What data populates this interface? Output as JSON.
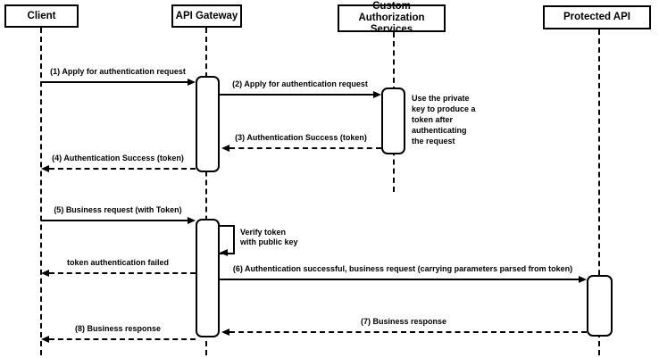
{
  "diagram": {
    "kind": "uml-sequence-diagram",
    "colors": {
      "line": "#000000",
      "fill": "#ffffff",
      "background": "#ffffff",
      "text": "#000000"
    }
  },
  "actors": [
    {
      "id": "client",
      "label": "Client"
    },
    {
      "id": "api-gateway",
      "label": "API Gateway"
    },
    {
      "id": "custom-authorization-services",
      "label": "Custom Authorization\nServices"
    },
    {
      "id": "protected-api",
      "label": "Protected API"
    }
  ],
  "messages": [
    {
      "num": 1,
      "label": "(1) Apply for authentication request",
      "from": "Client",
      "to": "API Gateway",
      "line": "solid"
    },
    {
      "num": 2,
      "label": "(2) Apply for authentication request",
      "from": "API Gateway",
      "to": "Custom Authorization Services",
      "line": "solid"
    },
    {
      "num": 3,
      "label": "(3) Authentication Success (token)",
      "from": "Custom Authorization Services",
      "to": "API Gateway",
      "line": "dashed"
    },
    {
      "num": 4,
      "label": "(4) Authentication Success (token)",
      "from": "API Gateway",
      "to": "Client",
      "line": "dashed"
    },
    {
      "num": 5,
      "label": "(5) Business request (with Token)",
      "from": "Client",
      "to": "API Gateway",
      "line": "solid"
    },
    {
      "label": "token authentication failed",
      "from": "API Gateway",
      "to": "Client",
      "line": "dashed"
    },
    {
      "num": 6,
      "label": "(6) Authentication successful, business request (carrying parameters parsed from token)",
      "from": "API Gateway",
      "to": "Protected API",
      "line": "solid"
    },
    {
      "num": 7,
      "label": "(7) Business response",
      "from": "Protected API",
      "to": "API Gateway",
      "line": "dashed"
    },
    {
      "num": 8,
      "label": "(8) Business response",
      "from": "API Gateway",
      "to": "Client",
      "line": "dashed"
    }
  ],
  "self_message": {
    "actor": "API Gateway",
    "label": "Verify token\nwith public key"
  },
  "note": {
    "actor": "Custom Authorization Services",
    "text": "Use the private\nkey to produce a\ntoken after\nauthenticating\nthe request"
  }
}
